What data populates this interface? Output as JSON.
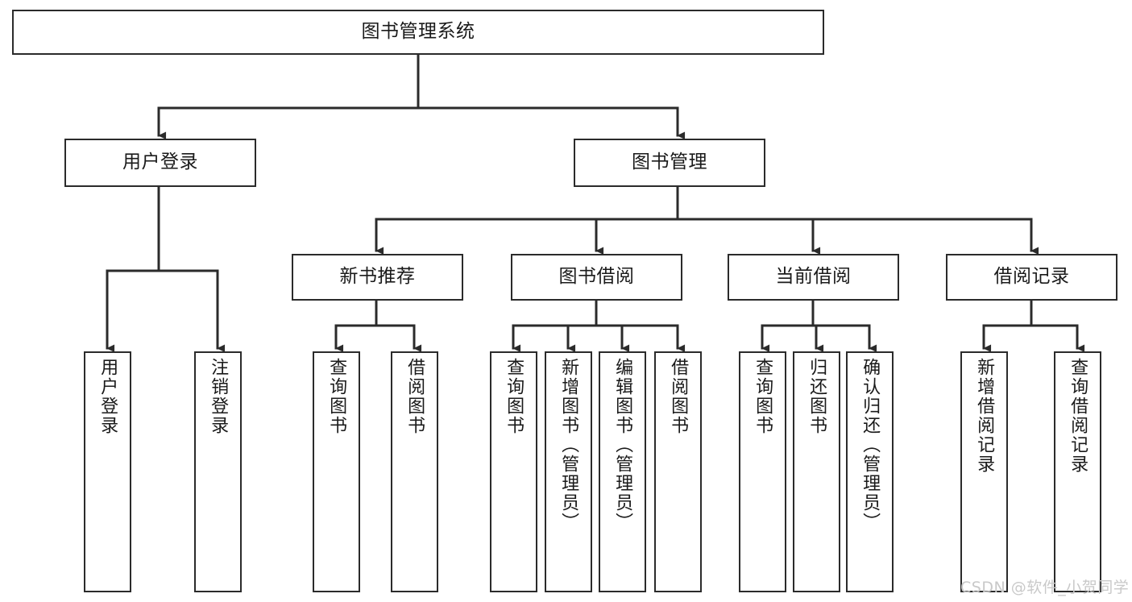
{
  "diagram": {
    "title": "图书管理系统",
    "type": "functional-structure-tree",
    "colors": {
      "box_border": "#2b2b2b",
      "box_fill": "#ffffff",
      "edge": "#2b2b2b",
      "text": "#1a1a1a",
      "watermark": "#c9c9c9",
      "background": "#ffffff"
    },
    "nodes": {
      "root": {
        "label": "图书管理系统"
      },
      "level1": [
        {
          "id": "user-login",
          "label": "用户登录"
        },
        {
          "id": "book-manage",
          "label": "图书管理"
        }
      ],
      "level2": [
        {
          "id": "new-book-recommend",
          "label": "新书推荐"
        },
        {
          "id": "book-borrow",
          "label": "图书借阅"
        },
        {
          "id": "current-borrow",
          "label": "当前借阅"
        },
        {
          "id": "borrow-record",
          "label": "借阅记录"
        }
      ],
      "leaves": {
        "user-login": [
          {
            "id": "leaf-user-login",
            "label": "用户登录"
          },
          {
            "id": "leaf-logout",
            "label": "注销登录"
          }
        ],
        "new-book-recommend": [
          {
            "id": "leaf-query-book-1",
            "label": "查询图书"
          },
          {
            "id": "leaf-borrow-book-1",
            "label": "借阅图书"
          }
        ],
        "book-borrow": [
          {
            "id": "leaf-query-book-2",
            "label": "查询图书"
          },
          {
            "id": "leaf-add-book",
            "label": "新增图书（管理员）"
          },
          {
            "id": "leaf-edit-book",
            "label": "编辑图书（管理员）"
          },
          {
            "id": "leaf-borrow-book-2",
            "label": "借阅图书"
          }
        ],
        "current-borrow": [
          {
            "id": "leaf-query-book-3",
            "label": "查询图书"
          },
          {
            "id": "leaf-return-book",
            "label": "归还图书"
          },
          {
            "id": "leaf-confirm-return",
            "label": "确认归还（管理员）"
          }
        ],
        "borrow-record": [
          {
            "id": "leaf-add-record",
            "label": "新增借阅记录"
          },
          {
            "id": "leaf-query-record",
            "label": "查询借阅记录"
          }
        ]
      }
    },
    "watermark": "CSDN @软件_小贺同学"
  }
}
